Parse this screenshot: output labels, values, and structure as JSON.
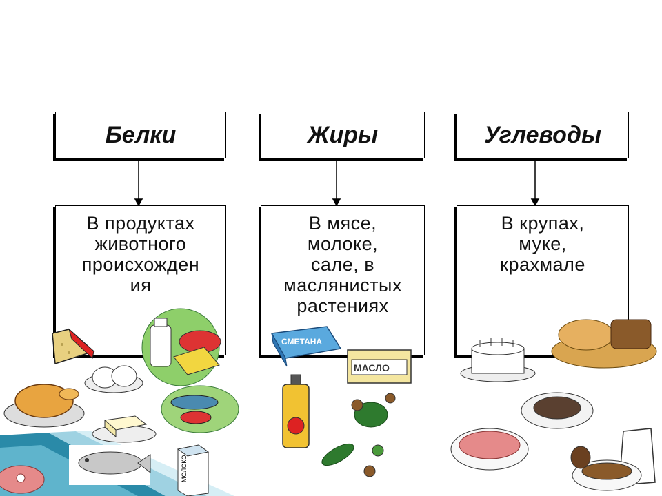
{
  "columns": [
    {
      "title": "Белки",
      "desc": [
        "В продуктах",
        "животного",
        "происхожден",
        "ия"
      ]
    },
    {
      "title": "Жиры",
      "desc": [
        "В мясе,",
        "молоке,",
        "сале, в",
        "маслянистых",
        "растениях"
      ]
    },
    {
      "title": "Углеводы",
      "desc": [
        "В крупах,",
        "муке,",
        "крахмале"
      ]
    }
  ],
  "food_labels": {
    "smetana": "СМЕТАНА",
    "maslo": "МАСЛО",
    "moloko": "МОЛОКО"
  },
  "colors": {
    "accent_teal": "#2a8aa8",
    "box_border": "#000000"
  }
}
